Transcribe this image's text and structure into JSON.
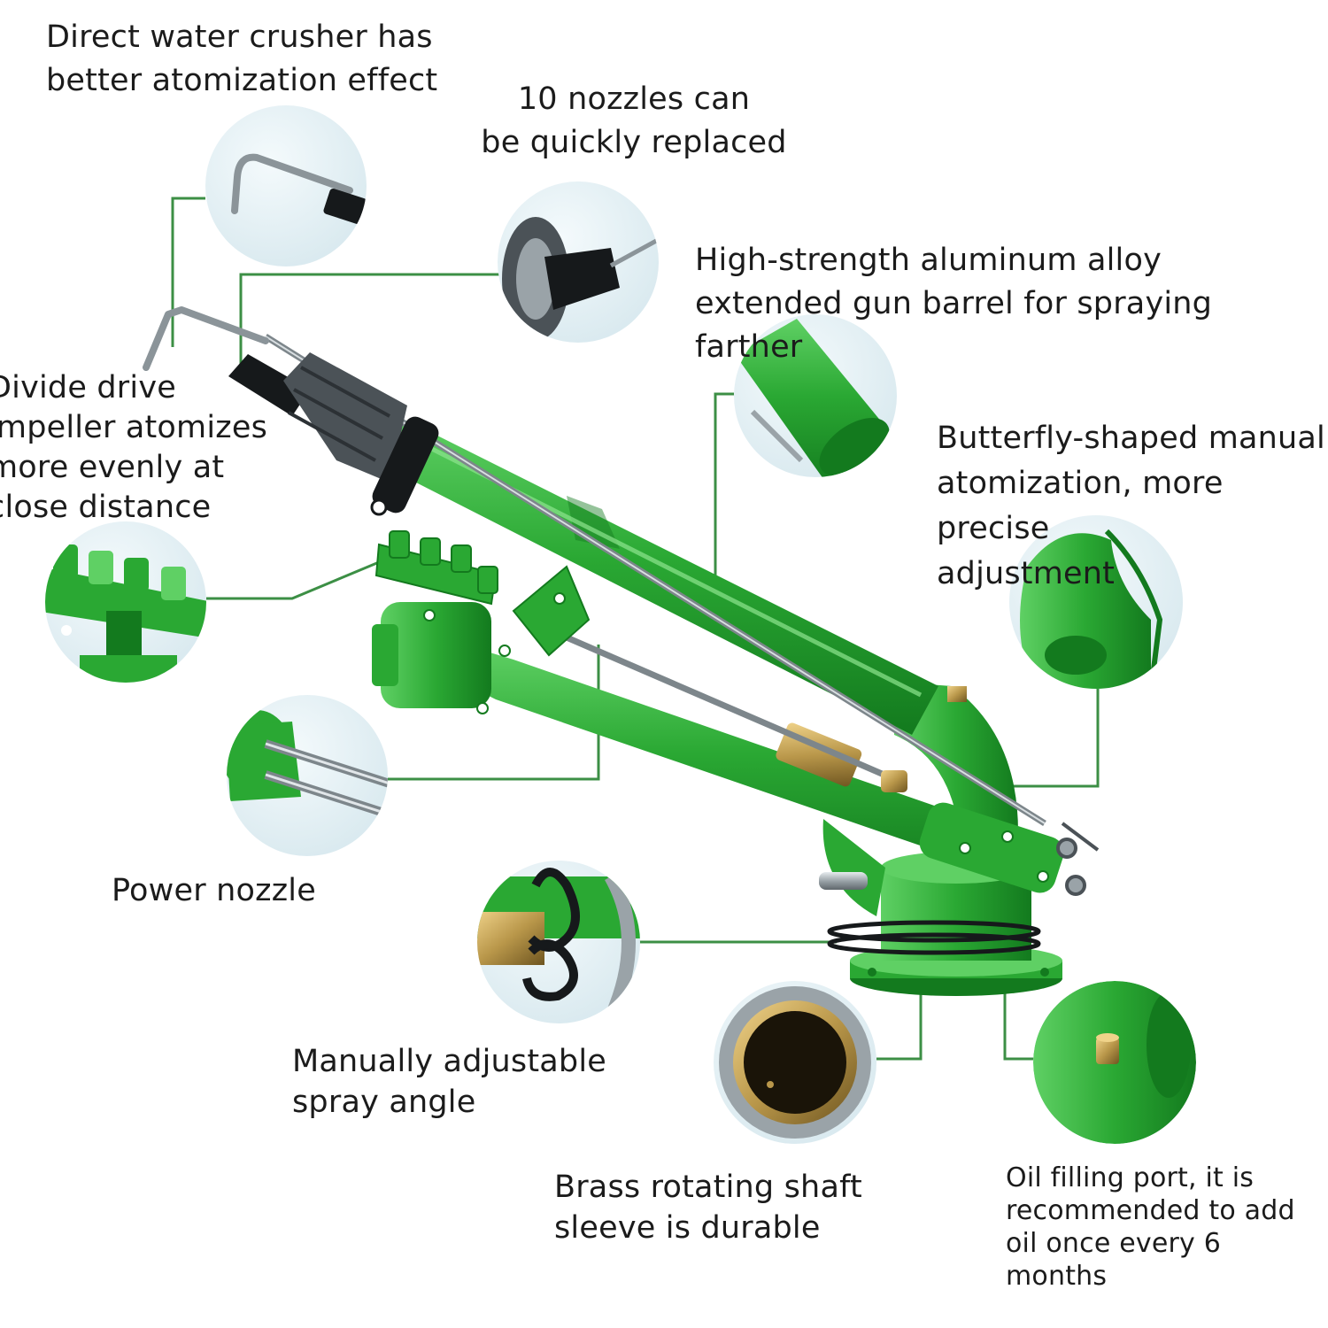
{
  "colors": {
    "product_green": "#2aa833",
    "green_dark": "#137a1e",
    "green_light": "#5fd064",
    "leader_line": "#3c8f45",
    "detail_bg": "#e6f1f5",
    "steel": "#9aa3a8",
    "dark_gray": "#4b5257",
    "black": "#16191b",
    "brass": "#b9974a"
  },
  "features": [
    {
      "id": "crusher",
      "label": "Direct water crusher has\nbetter atomization effect",
      "icon": "water-crusher-hook-icon"
    },
    {
      "id": "nozzles",
      "label": "10 nozzles can\nbe quickly replaced",
      "icon": "replaceable-nozzle-icon"
    },
    {
      "id": "barrel",
      "label": "High-strength aluminum alloy\nextended gun barrel for spraying\nfarther",
      "icon": "gun-barrel-icon"
    },
    {
      "id": "impeller",
      "label": "Divide drive\nimpeller atomizes\nmore evenly at\nclose distance",
      "icon": "drive-impeller-icon"
    },
    {
      "id": "butterfly",
      "label": "Butterfly-shaped manual\natomization, more precise\nadjustment",
      "icon": "butterfly-adjuster-icon"
    },
    {
      "id": "power",
      "label": "Power nozzle",
      "icon": "power-nozzle-icon"
    },
    {
      "id": "angle",
      "label": "Manually adjustable\nspray angle",
      "icon": "angle-spring-icon"
    },
    {
      "id": "brass",
      "label": "Brass rotating shaft\nsleeve is durable",
      "icon": "brass-sleeve-icon"
    },
    {
      "id": "oil",
      "label": "Oil filling port, it is\nrecommended to add\noil once every 6\nmonths",
      "icon": "oil-port-icon"
    }
  ]
}
